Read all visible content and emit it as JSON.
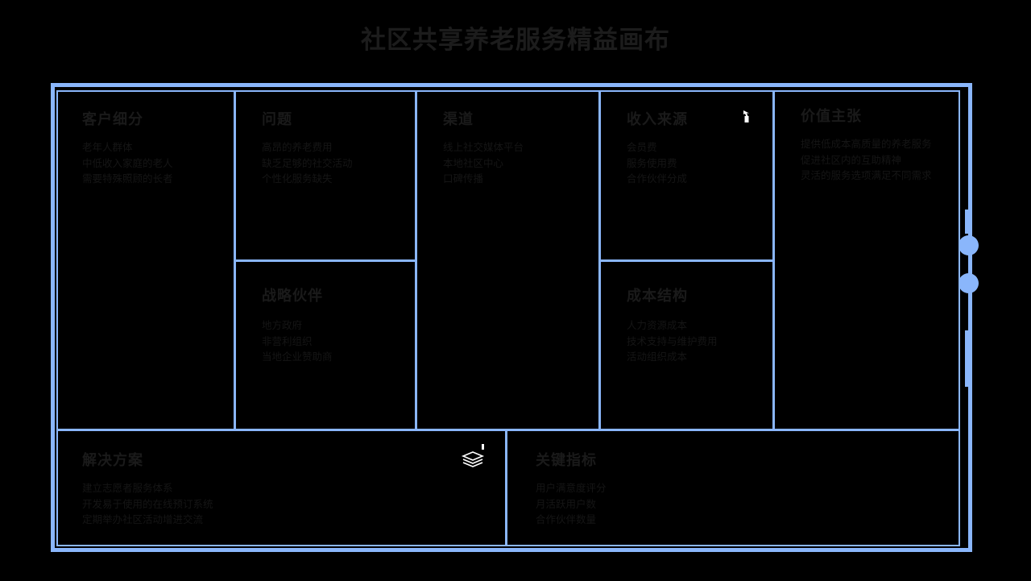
{
  "page": {
    "title": "社区共享养老服务精益画布",
    "background_color": "#000000",
    "accent_color": "#8ab6fb",
    "text_color": "#1a1a1a"
  },
  "canvas": {
    "cells": [
      {
        "id": "customer-segments",
        "title": "客户细分",
        "items": [
          "老年人群体",
          "中低收入家庭的老人",
          "需要特殊照顾的长者"
        ]
      },
      {
        "id": "problem",
        "title": "问题",
        "items": [
          "高昂的养老费用",
          "缺乏足够的社交活动",
          "个性化服务缺失"
        ]
      },
      {
        "id": "channels",
        "title": "渠道",
        "items": [
          "线上社交媒体平台",
          "本地社区中心",
          "口碑传播"
        ]
      },
      {
        "id": "revenue-streams",
        "title": "收入来源",
        "items": [
          "会员费",
          "服务使用费",
          "合作伙伴分成"
        ]
      },
      {
        "id": "value-proposition",
        "title": "价值主张",
        "items": [
          "提供低成本高质量的养老服务",
          "促进社区内的互助精神",
          "灵活的服务选项满足不同需求"
        ]
      },
      {
        "id": "key-partners",
        "title": "战略伙伴",
        "items": [
          "地方政府",
          "非营利组织",
          "当地企业赞助商"
        ]
      },
      {
        "id": "cost-structure",
        "title": "成本结构",
        "items": [
          "人力资源成本",
          "技术支持与维护费用",
          "活动组织成本"
        ]
      },
      {
        "id": "solution",
        "title": "解决方案",
        "items": [
          "建立志愿者服务体系",
          "开发易于使用的在线预订系统",
          "定期举办社区活动增进交流"
        ]
      },
      {
        "id": "key-metrics",
        "title": "关键指标",
        "items": [
          "用户满意度评分",
          "月活跃用户数",
          "合作伙伴数量"
        ]
      }
    ]
  },
  "icons": {
    "layers": "layers-stack-icon",
    "cursor": "mouse-cursor-icon"
  },
  "scrollbar": {
    "dot_color": "#8ab6fb",
    "dots": 2
  }
}
